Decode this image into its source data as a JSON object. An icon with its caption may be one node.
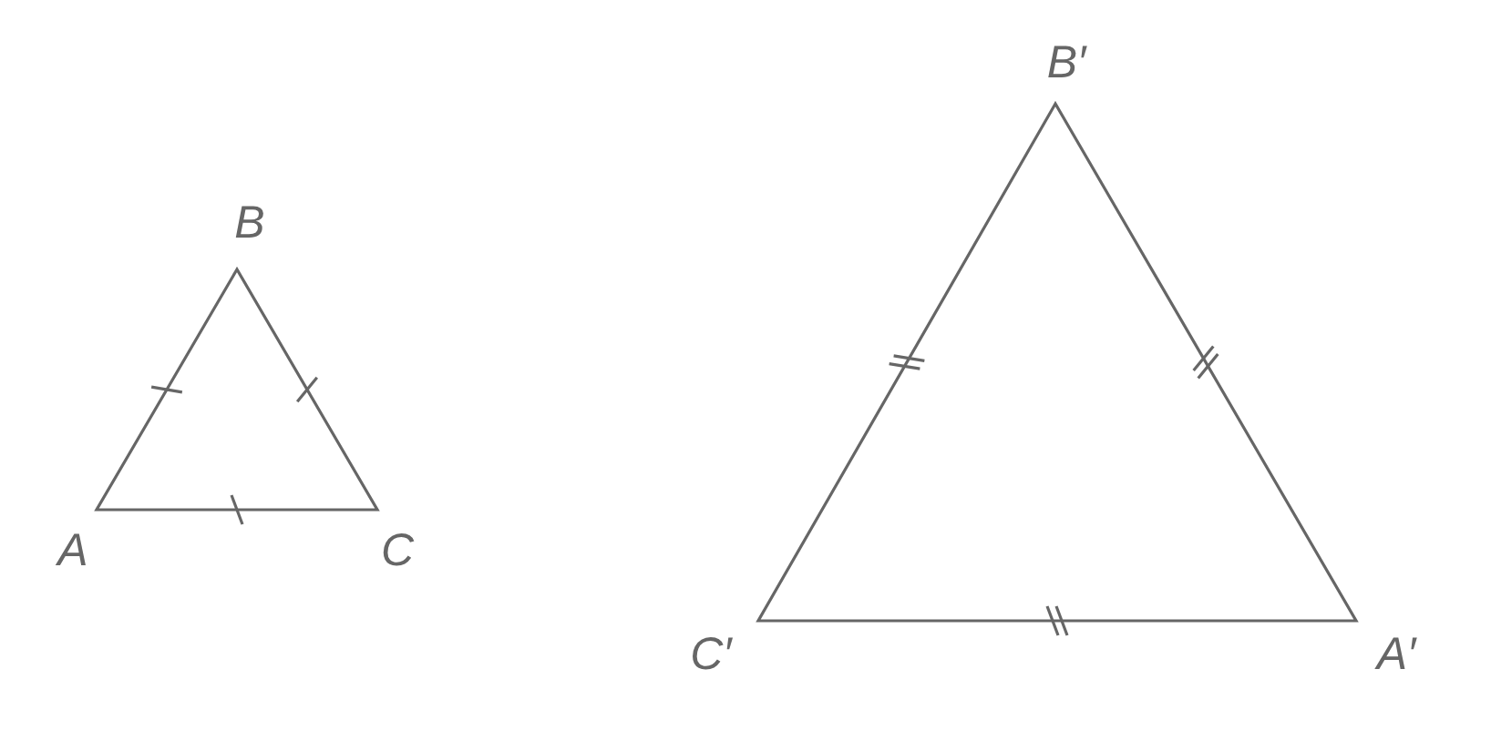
{
  "diagram": {
    "labels": [
      "B",
      "A",
      "C",
      "B′",
      "C′",
      "A′"
    ]
  }
}
